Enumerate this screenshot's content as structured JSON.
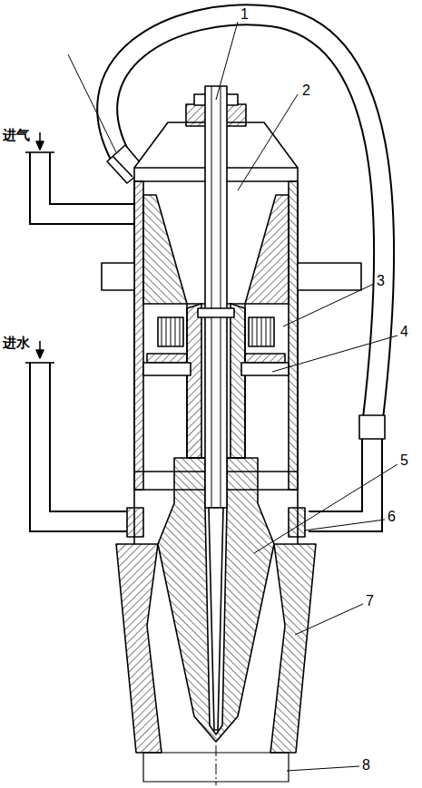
{
  "diagram": {
    "labels": [
      "1",
      "2",
      "进气",
      "3",
      "4",
      "进水",
      "5",
      "6",
      "7",
      "8"
    ]
  }
}
